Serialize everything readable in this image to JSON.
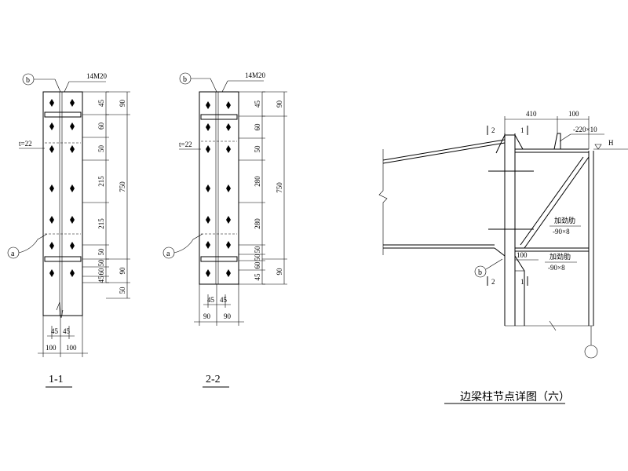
{
  "section_1": {
    "title": "1-1",
    "bolt_note": "14M20",
    "thickness_note": "t=22",
    "label_b": "b",
    "label_a": "a",
    "dims_inner": [
      "45",
      "60",
      "50",
      "215",
      "215",
      "50",
      "50",
      "60",
      "45"
    ],
    "dims_outer": [
      "90",
      "750",
      "90",
      "50"
    ],
    "dims_bottom_inner": [
      "45",
      "45"
    ],
    "dims_bottom_outer": [
      "100",
      "100"
    ]
  },
  "section_2": {
    "title": "2-2",
    "bolt_note": "14M20",
    "thickness_note": "t=22",
    "label_b": "b",
    "label_a": "a",
    "dims_inner": [
      "45",
      "60",
      "50",
      "280",
      "280",
      "50",
      "50",
      "60",
      "45"
    ],
    "dims_outer": [
      "90",
      "750",
      "90"
    ],
    "dims_bottom_inner": [
      "45",
      "45"
    ],
    "dims_bottom_outer": [
      "90",
      "90"
    ]
  },
  "elevation": {
    "title": "边梁柱节点详图（六）",
    "dim_410": "410",
    "dim_100_top": "100",
    "plate_note": "-220×10",
    "level_mark": "H",
    "cut_2": "2",
    "cut_1": "1",
    "stiffener_label": "加劲肋",
    "stiffener_size": "-90×8",
    "dim_100_bottom": "100",
    "label_b": "b"
  }
}
